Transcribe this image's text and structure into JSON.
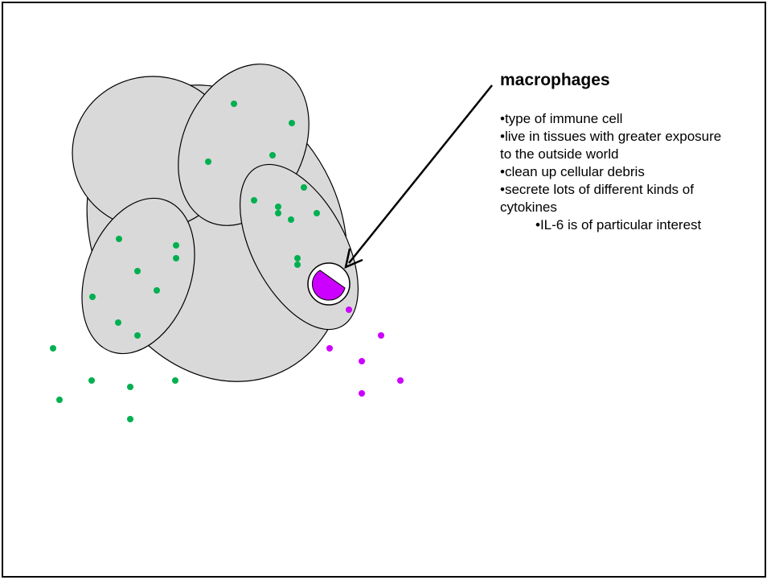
{
  "slide": {
    "title": "macrophages",
    "bullets": [
      {
        "marker": "•",
        "text": "type of immune cell"
      },
      {
        "marker": "•",
        "text": "live in tissues with greater exposure to the outside world"
      },
      {
        "marker": "•",
        "text": "clean up cellular debris"
      },
      {
        "marker": "•",
        "text": "secrete lots of different kinds of cytokines"
      },
      {
        "marker": "•",
        "text": "IL-6 is of particular interest"
      }
    ]
  },
  "colors": {
    "cell_fill": "#d9d9d9",
    "cell_stroke": "#000000",
    "green_dot": "#00b050",
    "purple_dot": "#cc00ff",
    "macrophage_fill": "#cc00ff"
  }
}
